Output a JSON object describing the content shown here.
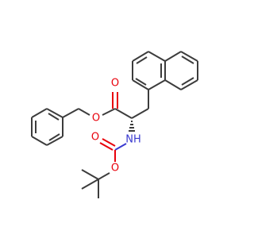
{
  "molecule": {
    "atoms": {
      "ester_o_carbonyl": "O",
      "ester_o_single": "O",
      "amide_nh": "NH",
      "carbamate_o_carbonyl": "O",
      "carbamate_o_single": "O"
    },
    "colors": {
      "bond": "#3c3c3c",
      "oxygen": "#e8000b",
      "nitrogen": "#3a3ad0"
    }
  }
}
